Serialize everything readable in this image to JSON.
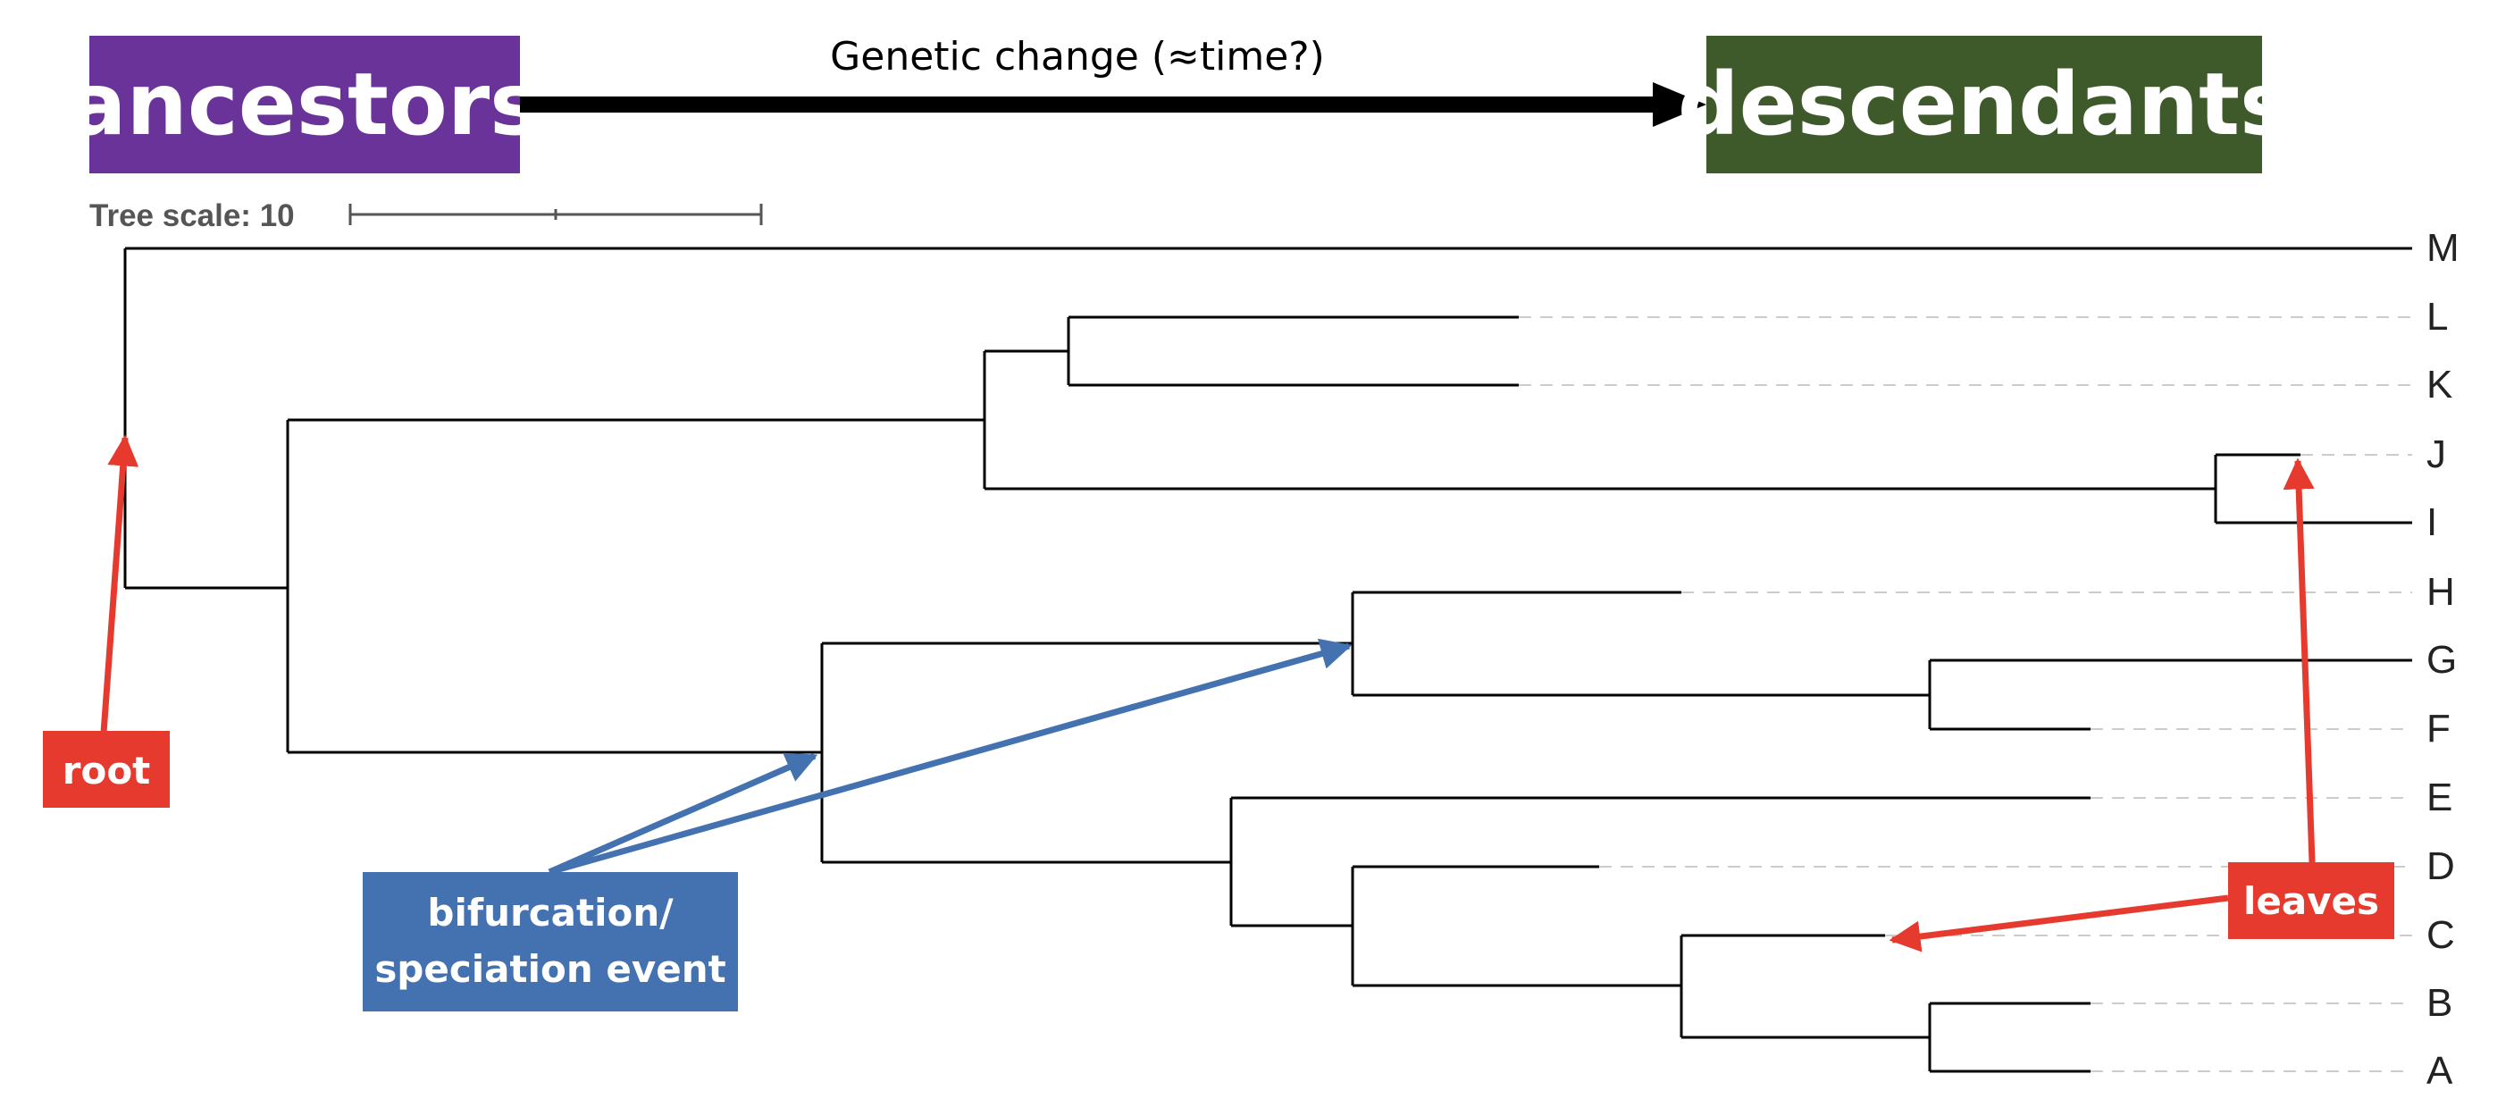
{
  "header": {
    "ancestors_label": "ancestors",
    "descendants_label": "descendants",
    "arrow_caption": "Genetic change (≈time?)"
  },
  "scale": {
    "label": "Tree scale: 10"
  },
  "tree": {
    "leaves": [
      "M",
      "L",
      "K",
      "J",
      "I",
      "H",
      "G",
      "F",
      "E",
      "D",
      "C",
      "B",
      "A"
    ]
  },
  "annotations": {
    "root_label": "root",
    "bifurcation_line1": "bifurcation/",
    "bifurcation_line2": "speciation event",
    "leaves_label": "leaves"
  },
  "colors": {
    "ancestors_box": "#6a3399",
    "descendants_box": "#3f5a2a",
    "root_note": "#e63a2e",
    "bifurcation_note": "#4472b0",
    "leaves_note": "#e63a2e",
    "tree_line": "#000000",
    "guide_line": "#cccccc"
  }
}
